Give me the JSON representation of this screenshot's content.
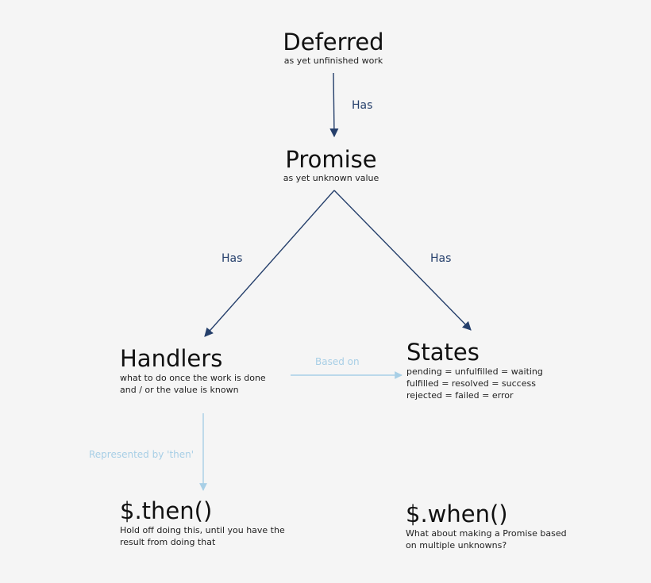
{
  "colors": {
    "background": "#f5f5f5",
    "dark_arrow": "#253f6b",
    "light_arrow": "#a8cfe6",
    "text": "#111111"
  },
  "nodes": {
    "deferred": {
      "title": "Deferred",
      "subtitle": "as yet unfinished work"
    },
    "promise": {
      "title": "Promise",
      "subtitle": "as yet unknown value"
    },
    "handlers": {
      "title": "Handlers",
      "subtitle_lines": [
        "what to do once the work is done",
        "and / or the value is known"
      ]
    },
    "states": {
      "title": "States",
      "subtitle_lines": [
        "pending = unfulfilled = waiting",
        "fulfilled = resolved = success",
        "rejected = failed = error"
      ]
    },
    "then": {
      "title": "$.then()",
      "subtitle_lines": [
        "Hold off doing this, until you have the",
        "result from doing that"
      ]
    },
    "when": {
      "title": "$.when()",
      "subtitle_lines": [
        "What about making a Promise based",
        "on multiple unknowns?"
      ]
    }
  },
  "edges": {
    "deferred_to_promise": {
      "label": "Has"
    },
    "promise_to_handlers": {
      "label": "Has"
    },
    "promise_to_states": {
      "label": "Has"
    },
    "handlers_to_states": {
      "label": "Based on"
    },
    "handlers_to_then": {
      "label": "Represented by 'then'"
    }
  }
}
